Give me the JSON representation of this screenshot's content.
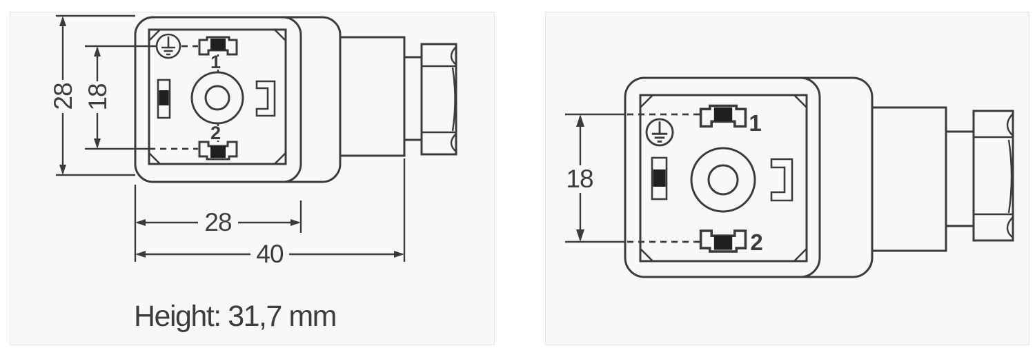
{
  "page": {
    "background": "#ffffff"
  },
  "colors": {
    "line": "#3b3b3b",
    "terminal_fill": "#1f1f1f",
    "panel_background": "#f8f8f8",
    "panel_border": "#e4e4e4",
    "text": "#3d3d3d"
  },
  "left_panel": {
    "description": "connector front view with outer dimensions",
    "dimensions": {
      "outer_height": "28",
      "terminal_spacing": "18",
      "body_width": "28",
      "total_width": "40"
    },
    "terminals": {
      "t1": "1",
      "t2": "2"
    },
    "caption": "Height: 31,7 mm"
  },
  "right_panel": {
    "description": "connector front view with terminal spacing",
    "dimensions": {
      "terminal_spacing": "18"
    },
    "terminals": {
      "t1": "1",
      "t2": "2"
    }
  }
}
